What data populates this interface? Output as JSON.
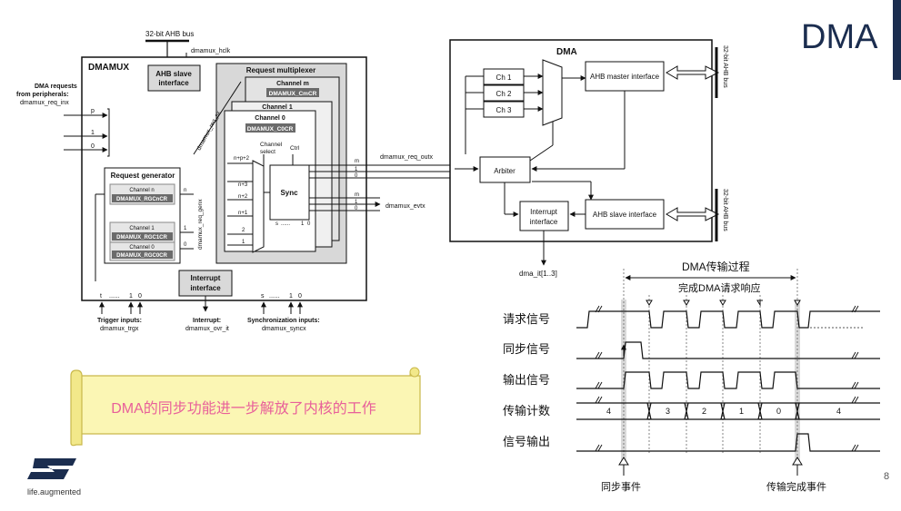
{
  "slide": {
    "title": "DMA",
    "page_number": "8",
    "logo_tagline": "life.augmented"
  },
  "dmamux": {
    "bus_label": "32-bit AHB bus",
    "hclk": "dmamux_hclk",
    "block_title": "DMAMUX",
    "ahb_slave": [
      "AHB slave",
      "interface"
    ],
    "requests_in": [
      "DMA requests",
      "from peripherals:",
      "dmamux_req_inx"
    ],
    "req_mux_title": "Request multiplexer",
    "channel_m": "Channel m",
    "channel_m_reg": "DMAMUX_CmCR",
    "channel_1": "Channel 1",
    "channel_0": "Channel 0",
    "channel_0_reg": "DMAMUX_C0CR",
    "channel_select": [
      "Channel",
      "select"
    ],
    "ctrl": "Ctrl",
    "sync": "Sync",
    "mux_inputs": [
      "n+p+2",
      "n+3",
      "n+2",
      "n+1",
      "2",
      "1"
    ],
    "req_gen_title": "Request generator",
    "gen_channels": [
      {
        "name": "Channel n",
        "reg": "DMAMUX_RGCnCR"
      },
      {
        "name": "Channel 1",
        "reg": "DMAMUX_RGC1CR"
      },
      {
        "name": "Channel 0",
        "reg": "DMAMUX_RGC0CR"
      }
    ],
    "req_genx": "dmamux_req_genx",
    "req_sx": "dmamux_req_sx",
    "req_out": "dmamux_req_outx",
    "evt": "dmamux_evtx",
    "interrupt_if": [
      "Interrupt",
      "interface"
    ],
    "port_p": "p",
    "port_1": "1",
    "port_0": "0",
    "port_n": "n",
    "port_m": "m",
    "port_t": "t",
    "port_s": "s",
    "port_dots": "......",
    "port_dots_short": "......",
    "trigger": [
      "Trigger inputs:",
      "dmamux_trgx"
    ],
    "interrupt": [
      "Interrupt:",
      "dmamux_ovr_it"
    ],
    "sync_inputs": [
      "Synchronization inputs:",
      "dmamux_syncx"
    ]
  },
  "dma": {
    "title": "DMA",
    "channels": [
      "Ch 1",
      "Ch 2",
      "Ch 3"
    ],
    "ahb_master": "AHB master interface",
    "arbiter": "Arbiter",
    "interrupt_if": [
      "Interrupt",
      "interface"
    ],
    "ahb_slave": "AHB slave interface",
    "bus1": "32-bit AHB bus",
    "bus2": "32-bit AHB bus",
    "dma_it": "dma_it[1..3]"
  },
  "timing": {
    "process_label": "DMA传输过程",
    "response_label": "完成DMA请求响应",
    "signals": [
      "请求信号",
      "同步信号",
      "输出信号",
      "传输计数",
      "信号输出"
    ],
    "counts": [
      "4",
      "3",
      "2",
      "1",
      "0",
      "4"
    ],
    "event_sync": "同步事件",
    "event_done": "传输完成事件"
  },
  "callout": {
    "text": "DMA的同步功能进一步解放了内核的工作"
  },
  "colors": {
    "title": "#1b2d4f",
    "callout_text": "#e8609a",
    "callout_fill": "#fbf6b4",
    "callout_border": "#c9b84a",
    "reg_fill": "#6b6b6b"
  }
}
